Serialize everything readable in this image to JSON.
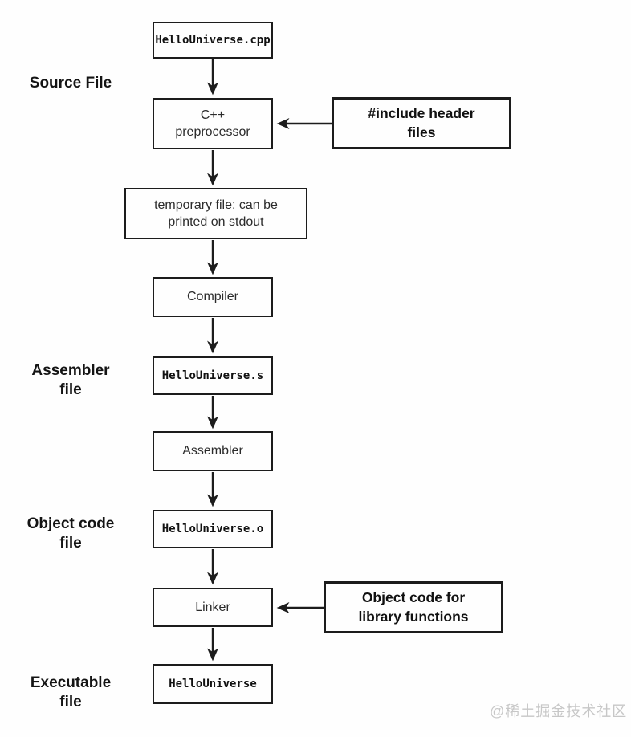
{
  "flowchart": {
    "nodes": {
      "source_file": "HelloUniverse.cpp",
      "preprocessor": "C++\npreprocessor",
      "temp_file": "temporary file; can be\nprinted on stdout",
      "compiler": "Compiler",
      "assembler_file": "HelloUniverse.s",
      "assembler": "Assembler",
      "object_file": "HelloUniverse.o",
      "linker": "Linker",
      "executable": "HelloUniverse"
    },
    "annotations": {
      "include_headers": "#include header\nfiles",
      "library_objects": "Object code for\nlibrary functions"
    },
    "stage_labels": {
      "source": "Source File",
      "assembler": "Assembler\nfile",
      "object_code": "Object code\nfile",
      "executable": "Executable\nfile"
    },
    "watermark": "@稀土掘金技术社区",
    "colors": {
      "line": "#1c1c1c",
      "background": "#fefefe",
      "watermark": "#c7c7c7"
    }
  }
}
